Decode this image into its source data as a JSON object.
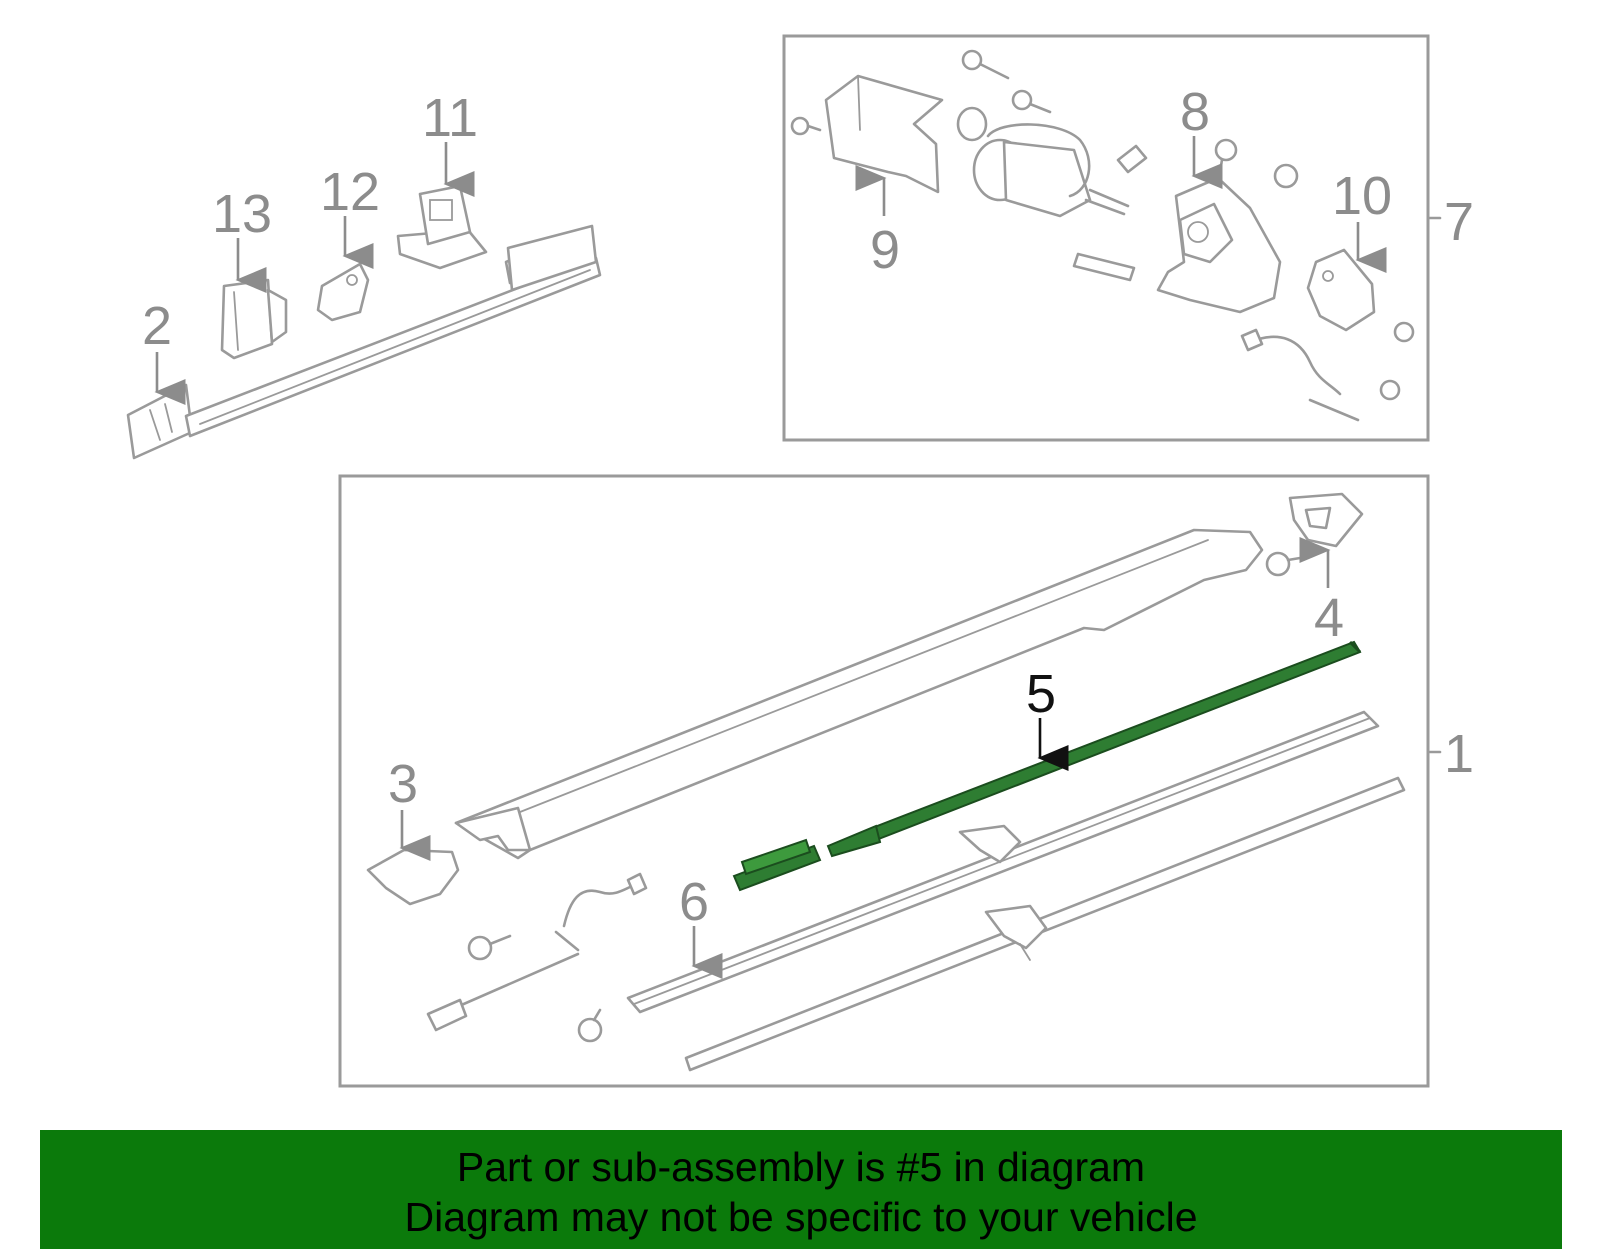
{
  "callouts": {
    "c1": "1",
    "c2": "2",
    "c3": "3",
    "c4": "4",
    "c5": "5",
    "c6": "6",
    "c7": "7",
    "c8": "8",
    "c9": "9",
    "c10": "10",
    "c11": "11",
    "c12": "12",
    "c13": "13"
  },
  "highlighted_part": "5",
  "colors": {
    "highlight": "#2e7d32",
    "banner": "#0b7a0b",
    "line": "#9a9a9a",
    "label": "#8c8c8c"
  },
  "banner": {
    "line1": "Part or sub-assembly is #5 in diagram",
    "line2": "Diagram may not be specific to your vehicle"
  }
}
